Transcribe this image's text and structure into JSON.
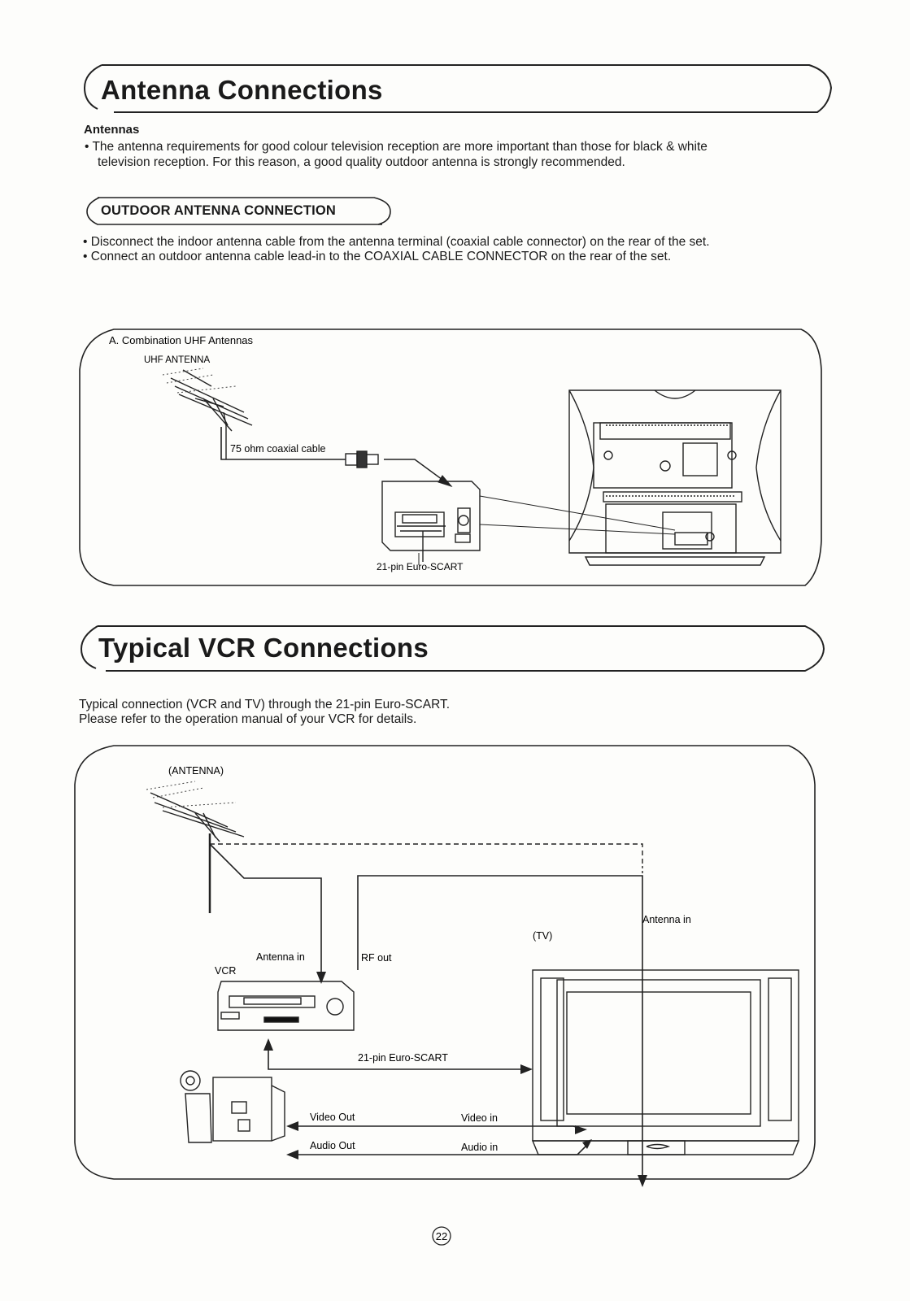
{
  "antenna_section": {
    "title": "Antenna Connections",
    "antennas_heading": "Antennas",
    "antennas_bullet_line1": "• The antenna requirements for good colour television reception are more important than those for black & white",
    "antennas_bullet_line2": "television reception. For this reason, a good quality outdoor antenna is strongly recommended.",
    "outdoor_title": "OUTDOOR ANTENNA CONNECTION",
    "outdoor_bullets": [
      "• Disconnect the indoor antenna cable from the antenna terminal (coaxial cable connector) on the rear of the set.",
      "• Connect an outdoor antenna cable lead-in to the COAXIAL CABLE CONNECTOR on the rear of the set."
    ]
  },
  "figure1": {
    "label_combination": "A. Combination UHF Antennas",
    "label_uhf": "UHF ANTENNA",
    "label_cable": "75 ohm coaxial cable",
    "label_scart": "21-pin Euro-SCART"
  },
  "vcr_section": {
    "title": "Typical VCR Connections",
    "intro_line1": "Typical connection (VCR and TV) through the 21-pin Euro-SCART.",
    "intro_line2": "Please refer to the operation manual of your VCR for details."
  },
  "figure2": {
    "label_antenna": "(ANTENNA)",
    "label_antenna_in_tv": "Antenna in",
    "label_tv": "(TV)",
    "label_antenna_in_vcr": "Antenna in",
    "label_vcr": "VCR",
    "label_rf_out": "RF out",
    "label_scart": "21-pin Euro-SCART",
    "label_video_out": "Video Out",
    "label_video_in": "Video in",
    "label_audio_out": "Audio Out",
    "label_audio_in": "Audio in"
  },
  "page_number": "22"
}
